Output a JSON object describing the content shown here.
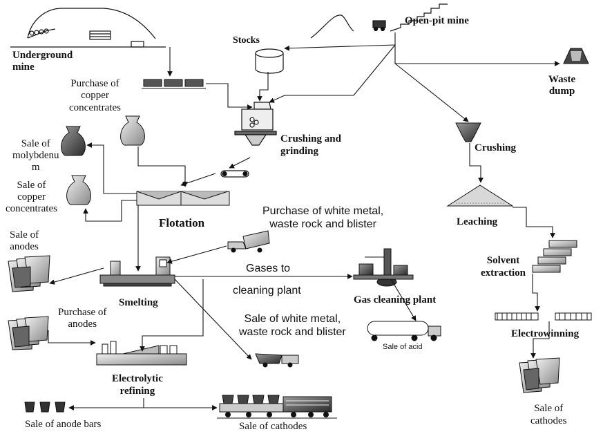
{
  "labels": {
    "underground_mine": [
      "Underground",
      "mine"
    ],
    "open_pit_mine": "Open-pit mine",
    "stocks": "Stocks",
    "waste_dump": [
      "Waste",
      "dump"
    ],
    "purchase_copper_conc": [
      "Purchase of",
      "copper",
      "concentrates"
    ],
    "crushing_grinding": [
      "Crushing and",
      "grinding"
    ],
    "crushing": "Crushing",
    "sale_molybdenum": [
      "Sale of",
      "molybdenu",
      "m"
    ],
    "sale_copper_conc": [
      "Sale of",
      "copper",
      "concentrates"
    ],
    "flotation": "Flotation",
    "leaching": "Leaching",
    "purchase_white_metal": [
      "Purchase of white metal,",
      "waste rock and blister"
    ],
    "sale_anodes": [
      "Sale of",
      "anodes"
    ],
    "gases_to": "Gases to",
    "cleaning_plant": "cleaning plant",
    "smelting": "Smelting",
    "gas_cleaning_plant": "Gas cleaning plant",
    "solvent_extraction": [
      "Solvent",
      "extraction"
    ],
    "purchase_anodes": [
      "Purchase of",
      "anodes"
    ],
    "sale_white_metal": [
      "Sale of white metal,",
      "waste rock and blister"
    ],
    "sale_acid": "Sale of acid",
    "electrowinning": "Electrowinning",
    "electrolytic_refining": [
      "Electrolytic",
      "refining"
    ],
    "sale_anode_bars": "Sale of anode bars",
    "sale_cathodes_bottom": "Sale of cathodes",
    "sale_cathodes_right": [
      "Sale of",
      "cathodes"
    ]
  }
}
